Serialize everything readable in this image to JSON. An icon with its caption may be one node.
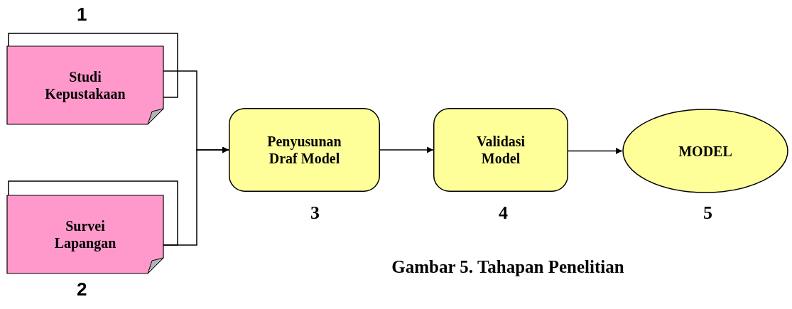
{
  "diagram": {
    "caption": "Gambar 5. Tahapan Penelitian",
    "nodes": [
      {
        "text": [
          "Studi Kepustakaan"
        ],
        "beside": [
          "1"
        ]
      },
      {
        "text": [
          "Survei Lapangan"
        ],
        "beside": [
          "2"
        ]
      },
      {
        "text": [
          "Penyusunan Draf Model"
        ],
        "beside": [
          "3"
        ]
      },
      {
        "text": [
          "Validasi Model"
        ],
        "beside": [
          "4"
        ]
      },
      {
        "text": [
          "MODEL"
        ],
        "beside": [
          "5"
        ]
      }
    ],
    "edges": [
      {
        "from": 0,
        "to": 2,
        "arrow": "to"
      },
      {
        "from": 1,
        "to": 2,
        "arrow": "to"
      },
      {
        "from": 2,
        "to": 3,
        "arrow": "to"
      },
      {
        "from": 3,
        "to": 4,
        "arrow": "to"
      }
    ]
  }
}
